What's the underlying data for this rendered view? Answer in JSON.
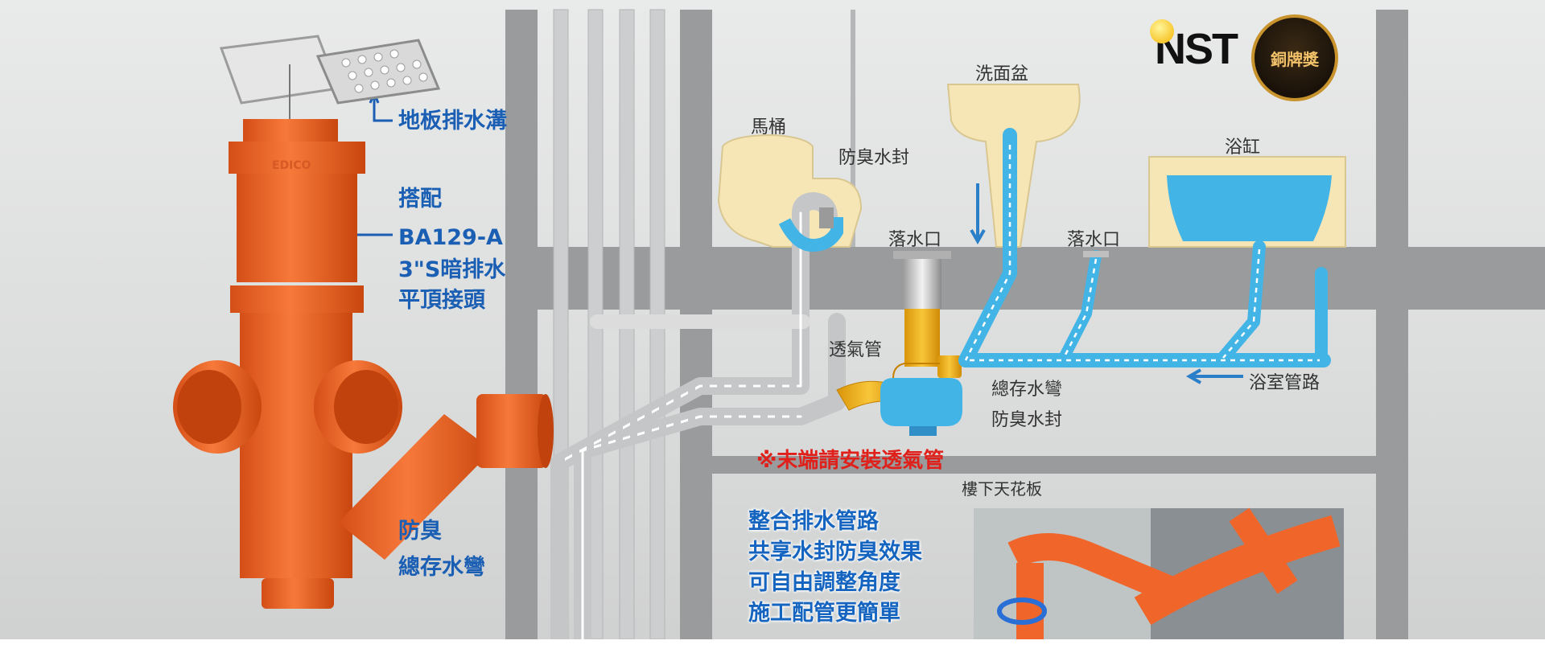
{
  "left_labels": {
    "floor_drain": "地板排水溝",
    "pair_line1": "搭配",
    "pair_line2": "BA129-A",
    "pair_line3": "3\"S暗排水",
    "pair_line4": "平頂接頭",
    "trap_line1": "防臭",
    "trap_line2": "總存水彎",
    "product_emboss": "EDICO"
  },
  "diagram_labels": {
    "washbasin": "洗面盆",
    "toilet": "馬桶",
    "anti_odor_seal_top": "防臭水封",
    "bathtub": "浴缸",
    "floor_drain_1": "落水口",
    "floor_drain_2": "落水口",
    "vent_pipe": "透氣管",
    "main_trap": "總存水彎",
    "anti_odor_seal": "防臭水封",
    "bathroom_pipe": "浴室管路",
    "ceiling_below": "樓下天花板",
    "warning": "※末端請安裝透氣管"
  },
  "features": [
    "整合排水管路",
    "共享水封防臭效果",
    "可自由調整角度",
    "施工配管更簡單"
  ],
  "brand": {
    "logo_text": "NST",
    "award": "銅牌獎"
  },
  "colors": {
    "pipe_orange": "#f0662a",
    "water_blue": "#43b4e6",
    "fixture_cream": "#f7e6b5",
    "trap_yellow": "#f2b21c",
    "label_blue": "#1a5fb4",
    "warning_red": "#e0201a",
    "wall_gray": "#9a9b9d"
  }
}
